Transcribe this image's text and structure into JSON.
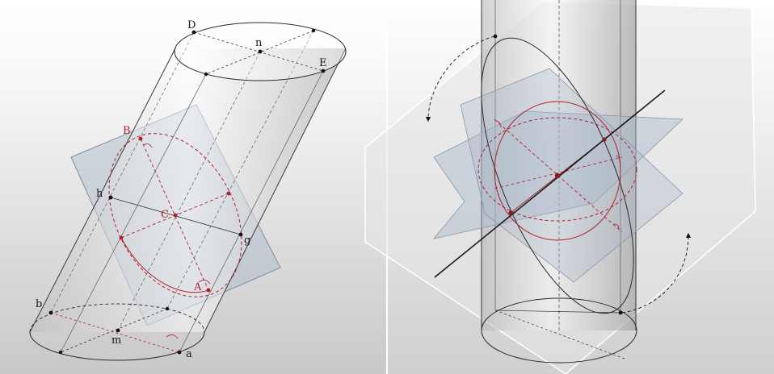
{
  "colors": {
    "red": "#b0202a",
    "line": "#2a2a2a",
    "plane": "#a9b8c9",
    "cylinder": "#d8d8d8",
    "background_top": "#ffffff",
    "background_bottom": "#cfcfcf"
  },
  "left_figure": {
    "labels": {
      "D": "D",
      "n": "n",
      "E": "E",
      "B": "B",
      "h": "h",
      "C": "C",
      "g": "g",
      "A": "A",
      "b": "b",
      "m": "m",
      "a": "a"
    }
  },
  "right_figure": {
    "arrow_icons": [
      "rotation-arrow-top",
      "rotation-arrow-bottom"
    ]
  }
}
